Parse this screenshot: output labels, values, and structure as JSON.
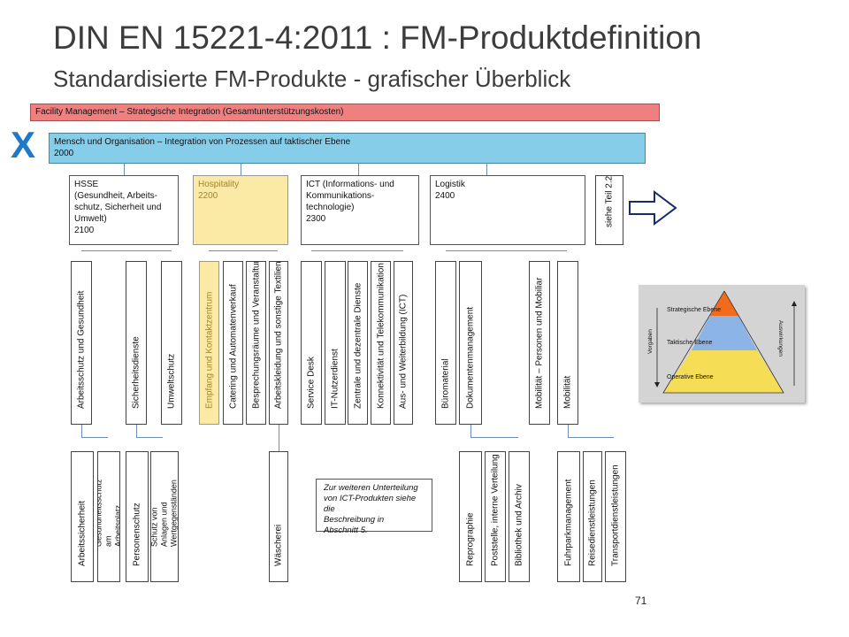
{
  "title": "DIN EN 15221-4:2011 : FM-Produktdefinition",
  "subtitle": "Standardisierte FM-Produkte - grafischer Überblick",
  "x_mark": "X",
  "band_top": "Facility Management – Strategische Integration (Gesamtunterstützungskosten)",
  "band_second": "Mensch und Organisation – Integration von Prozessen auf taktischer Ebene\n2000",
  "groups": {
    "hsse": "HSSE\n(Gesundheit, Arbeits-\nschutz, Sicherheit und\nUmwelt)\n2100",
    "hospitality": "Hospitality\n2200",
    "ict": "ICT (Informations- und\nKommunikations-\ntechnologie)\n2300",
    "logistik": "Logistik\n2400",
    "siehe": "siehe Teil 2.2"
  },
  "level2": [
    "Arbeitsschutz und Gesundheit",
    "Sicherheitsdienste",
    "Umweltschutz",
    "Empfang und Kontaktzentrum",
    "Catering und Automatenverkauf",
    "Besprechungsräume und Veranstaltungen",
    "Arbeitskleidung und sonstige Textilien",
    "Service Desk",
    "IT-Nutzerdienst",
    "Zentrale und dezentrale Dienste",
    "Konnektivität und Telekommunikation",
    "Aus- und Weiterbildung (ICT)",
    "Büromaterial",
    "Dokumentenmanagement",
    "Mobilität – Personen und Mobiliar",
    "Mobilität"
  ],
  "level3": [
    "Arbeitssicherheit",
    "Gesundheitsschutz am\nArbeitsplatz",
    "Personenschutz",
    "Schutz von Anlagen und\nWertgegenständen",
    "Wäscherei",
    "Reprographie",
    "Poststelle, interne Verteilung",
    "Bibliothek und Archiv",
    "Fuhrparkmanagement",
    "Reisedienstleistungen",
    "Transportdienstleistungen"
  ],
  "note": "Zur weiteren Unterteilung\nvon ICT-Produkten siehe die\nBeschreibung in\nAbschnitt 5.",
  "pyramid": {
    "levels": [
      "Strategische Ebene",
      "Taktische Ebene",
      "Operative Ebene"
    ],
    "colors": [
      "#f26a1b",
      "#8cb4e6",
      "#f5de55"
    ],
    "left_label": "Vorgaben",
    "right_label": "Auswirkungen"
  },
  "page_number": "71",
  "colors": {
    "band_red": "#f08080",
    "band_blue": "#86cdea",
    "yellow": "#fbe9a6",
    "x_mark": "#1e7ac8"
  }
}
